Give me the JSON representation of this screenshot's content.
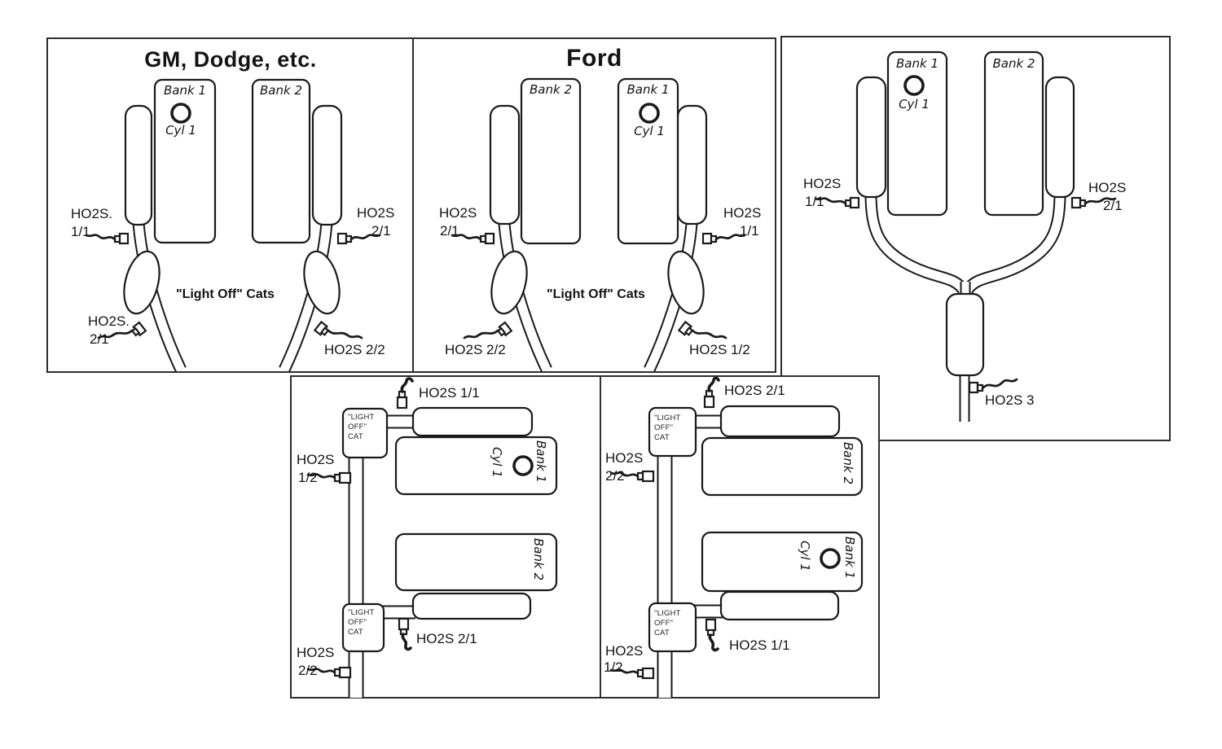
{
  "canvas": {
    "background": "#ffffff",
    "line_color": "#1a1a1a"
  },
  "panels": {
    "gm_dodge": {
      "title": "GM, Dodge, etc.",
      "bank1_label": "Bank 1",
      "bank2_label": "Bank 2",
      "cyl1_label": "Cyl 1",
      "cats_note": "\"Light Off\" Cats",
      "ho2s_11_line1": "HO2S.",
      "ho2s_11_line2": "1/1",
      "ho2s_21_left_line1": "HO2S.",
      "ho2s_21_left_line2": "2/1",
      "ho2s_21_right_line1": "HO2S",
      "ho2s_21_right_line2": "2/1",
      "ho2s_22": "HO2S 2/2"
    },
    "ford": {
      "title": "Ford",
      "bank1_label": "Bank 1",
      "bank2_label": "Bank 2",
      "cyl1_label": "Cyl 1",
      "cats_note": "\"Light Off\" Cats",
      "ho2s_21_line1": "HO2S",
      "ho2s_21_line2": "2/1",
      "ho2s_22": "HO2S 2/2",
      "ho2s_11_line1": "HO2S",
      "ho2s_11_line2": "1/1",
      "ho2s_12": "HO2S 1/2"
    },
    "y_pipe": {
      "bank1_label": "Bank 1",
      "bank2_label": "Bank 2",
      "cyl1_label": "Cyl 1",
      "ho2s_11_line1": "HO2S",
      "ho2s_11_line2": "1/1",
      "ho2s_21_line1": "HO2S",
      "ho2s_21_line2": "2/1",
      "ho2s_3": "HO2S 3"
    },
    "transverse_left": {
      "ho2s_11": "HO2S 1/1",
      "cat_top_line1": "\"LIGHT",
      "cat_top_line2": "OFF\"",
      "cat_top_line3": "CAT",
      "ho2s_12_line1": "HO2S",
      "ho2s_12_line2": "1/2",
      "cyl1_label": "Cyl 1",
      "bank1_label": "Bank 1",
      "bank2_label": "Bank 2",
      "cat_bottom_line1": "\"LIGHT",
      "cat_bottom_line2": "OFF\"",
      "cat_bottom_line3": "CAT",
      "ho2s_21": "HO2S 2/1",
      "ho2s_22_line1": "HO2S",
      "ho2s_22_line2": "2/2"
    },
    "transverse_right": {
      "ho2s_21": "HO2S 2/1",
      "cat_top_line1": "\"LIGHT",
      "cat_top_line2": "OFF\"",
      "cat_top_line3": "CAT",
      "ho2s_22_line1": "HO2S",
      "ho2s_22_line2": "2/2",
      "bank2_label": "Bank 2",
      "cyl1_label": "Cyl 1",
      "bank1_label": "Bank 1",
      "cat_bottom_line1": "\"LIGHT",
      "cat_bottom_line2": "OFF\"",
      "cat_bottom_line3": "CAT",
      "ho2s_11": "HO2S 1/1",
      "ho2s_12_line1": "HO2S",
      "ho2s_12_line2": "1/2"
    }
  }
}
